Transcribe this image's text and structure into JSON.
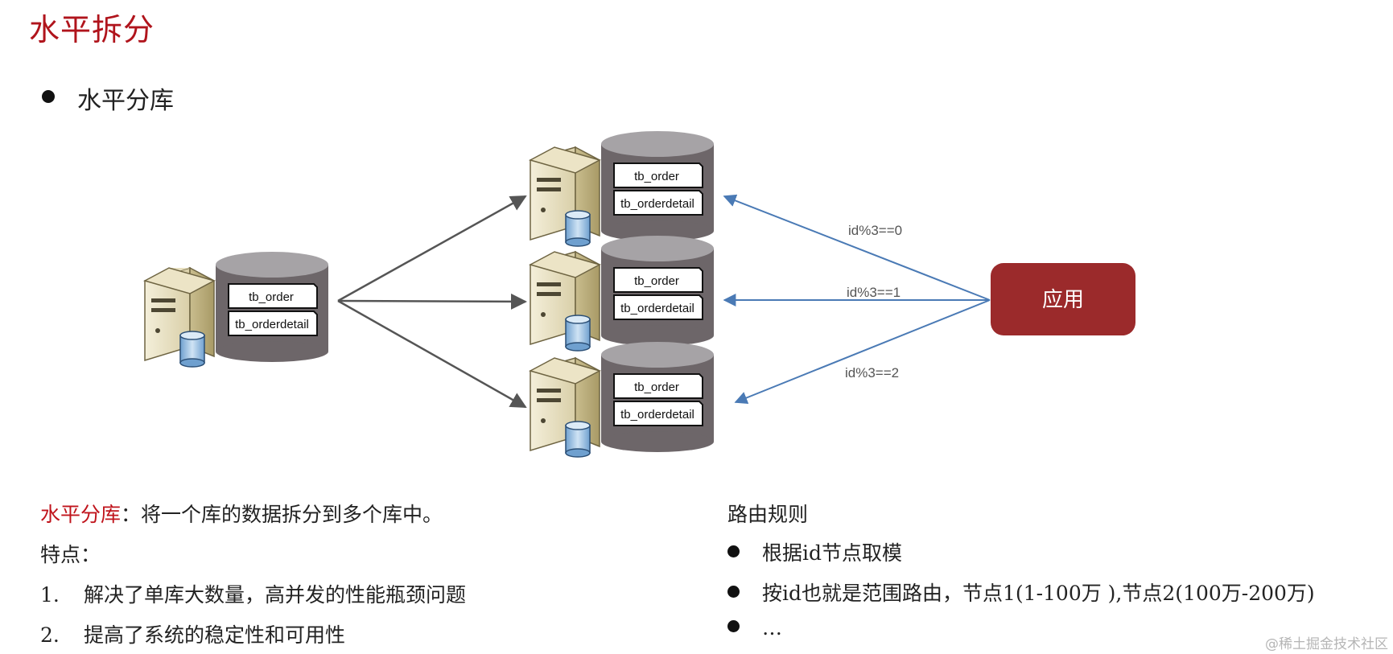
{
  "slide": {
    "title": "水平拆分",
    "section_heading": "水平分库"
  },
  "diagram": {
    "source_db": {
      "tables": [
        "tb_order",
        "tb_orderdetail"
      ]
    },
    "target_dbs": [
      {
        "tables": [
          "tb_order",
          "tb_orderdetail"
        ]
      },
      {
        "tables": [
          "tb_order",
          "tb_orderdetail"
        ]
      },
      {
        "tables": [
          "tb_order",
          "tb_orderdetail"
        ]
      }
    ],
    "app_label": "应用",
    "routes": [
      {
        "label": "id%3==0"
      },
      {
        "label": "id%3==1"
      },
      {
        "label": "id%3==2"
      }
    ],
    "colors": {
      "app_box": "#9b2a2b",
      "route_arrow": "#4a7ab5",
      "split_arrow": "#555555",
      "cylinder_body": "#6d6669",
      "cylinder_top": "#a6a3a6"
    }
  },
  "description": {
    "term": "水平分库",
    "definition": "：将一个库的数据拆分到多个库中。",
    "features_heading": "特点：",
    "features": [
      {
        "num": "1.",
        "text": "解决了单库大数量，高并发的性能瓶颈问题"
      },
      {
        "num": "2.",
        "text": "提高了系统的稳定性和可用性"
      }
    ]
  },
  "routing": {
    "title": "路由规则",
    "items": [
      "根据id节点取模",
      "按id也就是范围路由，节点1(1-100万 ),节点2(100万-200万)",
      "…"
    ]
  },
  "watermark": "@稀土掘金技术社区"
}
